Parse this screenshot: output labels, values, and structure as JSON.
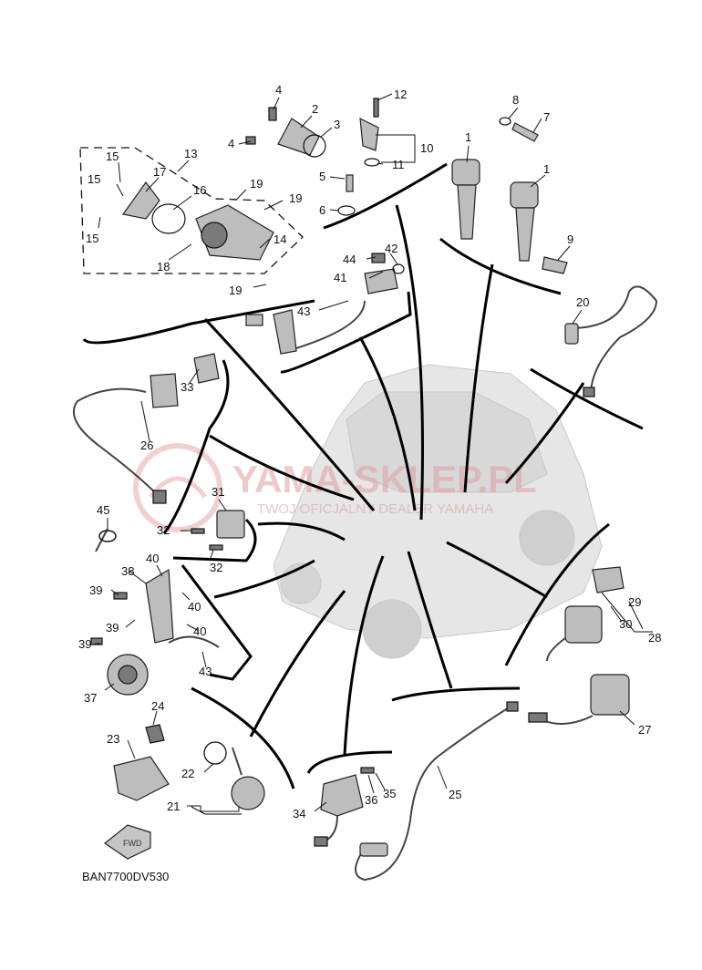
{
  "diagram_code": "BAN7700DV530",
  "fwd_label": "FWD",
  "watermark": {
    "brand": "YAMA-SKLEP.PL",
    "subtitle": "TWOJ OFICJALNY DEALER YAMAHA"
  },
  "callouts": [
    {
      "id": "c1a",
      "text": "1"
    },
    {
      "id": "c1b",
      "text": "1"
    },
    {
      "id": "c2",
      "text": "2"
    },
    {
      "id": "c3",
      "text": "3"
    },
    {
      "id": "c4a",
      "text": "4"
    },
    {
      "id": "c4b",
      "text": "4"
    },
    {
      "id": "c5",
      "text": "5"
    },
    {
      "id": "c6",
      "text": "6"
    },
    {
      "id": "c7",
      "text": "7"
    },
    {
      "id": "c8",
      "text": "8"
    },
    {
      "id": "c9",
      "text": "9"
    },
    {
      "id": "c10",
      "text": "10"
    },
    {
      "id": "c11",
      "text": "11"
    },
    {
      "id": "c12",
      "text": "12"
    },
    {
      "id": "c13",
      "text": "13"
    },
    {
      "id": "c14",
      "text": "14"
    },
    {
      "id": "c15a",
      "text": "15"
    },
    {
      "id": "c15b",
      "text": "15"
    },
    {
      "id": "c15c",
      "text": "15"
    },
    {
      "id": "c16",
      "text": "16"
    },
    {
      "id": "c17",
      "text": "17"
    },
    {
      "id": "c18",
      "text": "18"
    },
    {
      "id": "c19a",
      "text": "19"
    },
    {
      "id": "c19b",
      "text": "19"
    },
    {
      "id": "c19c",
      "text": "19"
    },
    {
      "id": "c20",
      "text": "20"
    },
    {
      "id": "c21",
      "text": "21"
    },
    {
      "id": "c22",
      "text": "22"
    },
    {
      "id": "c23",
      "text": "23"
    },
    {
      "id": "c24",
      "text": "24"
    },
    {
      "id": "c25",
      "text": "25"
    },
    {
      "id": "c26",
      "text": "26"
    },
    {
      "id": "c27",
      "text": "27"
    },
    {
      "id": "c28",
      "text": "28"
    },
    {
      "id": "c29",
      "text": "29"
    },
    {
      "id": "c30",
      "text": "30"
    },
    {
      "id": "c31",
      "text": "31"
    },
    {
      "id": "c32a",
      "text": "32"
    },
    {
      "id": "c32b",
      "text": "32"
    },
    {
      "id": "c33",
      "text": "33"
    },
    {
      "id": "c34",
      "text": "34"
    },
    {
      "id": "c35",
      "text": "35"
    },
    {
      "id": "c36",
      "text": "36"
    },
    {
      "id": "c37",
      "text": "37"
    },
    {
      "id": "c38",
      "text": "38"
    },
    {
      "id": "c39a",
      "text": "39"
    },
    {
      "id": "c39b",
      "text": "39"
    },
    {
      "id": "c39c",
      "text": "39"
    },
    {
      "id": "c40a",
      "text": "40"
    },
    {
      "id": "c40b",
      "text": "40"
    },
    {
      "id": "c40c",
      "text": "40"
    },
    {
      "id": "c41",
      "text": "41"
    },
    {
      "id": "c42",
      "text": "42"
    },
    {
      "id": "c43a",
      "text": "43"
    },
    {
      "id": "c43b",
      "text": "43"
    },
    {
      "id": "c44",
      "text": "44"
    },
    {
      "id": "c45",
      "text": "45"
    }
  ]
}
